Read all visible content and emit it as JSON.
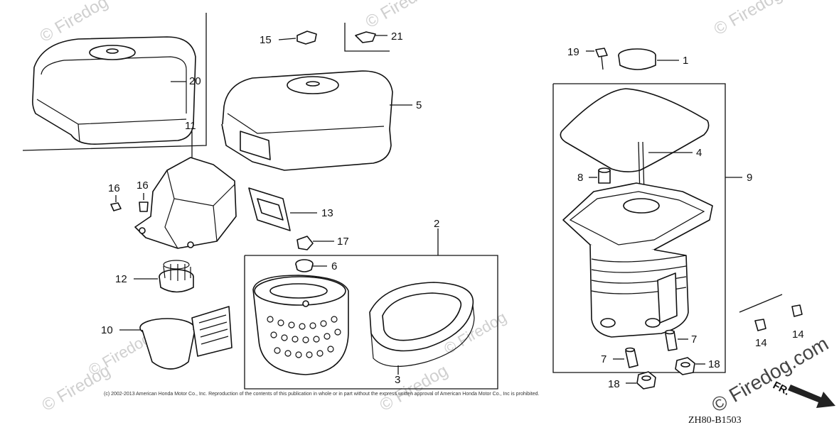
{
  "callouts": {
    "c1": "1",
    "c2": "2",
    "c3": "3",
    "c4": "4",
    "c5": "5",
    "c6": "6",
    "c7a": "7",
    "c7b": "7",
    "c8": "8",
    "c9": "9",
    "c10": "10",
    "c11": "11",
    "c12": "12",
    "c13": "13",
    "c14a": "14",
    "c14b": "14",
    "c15": "15",
    "c16a": "16",
    "c16b": "16",
    "c17": "17",
    "c18a": "18",
    "c18b": "18",
    "c19": "19",
    "c20": "20",
    "c21": "21"
  },
  "copyright": "(c) 2002-2013 American Honda Motor Co., Inc. Reproduction of the contents of this publication in whole or in part without the express written approval of American Honda Motor Co., Inc is prohibited.",
  "diagram_code": "ZH80-B1503",
  "watermark": "© Firedog",
  "watermark_site": "© Firedog.com",
  "direction_label": "FR."
}
